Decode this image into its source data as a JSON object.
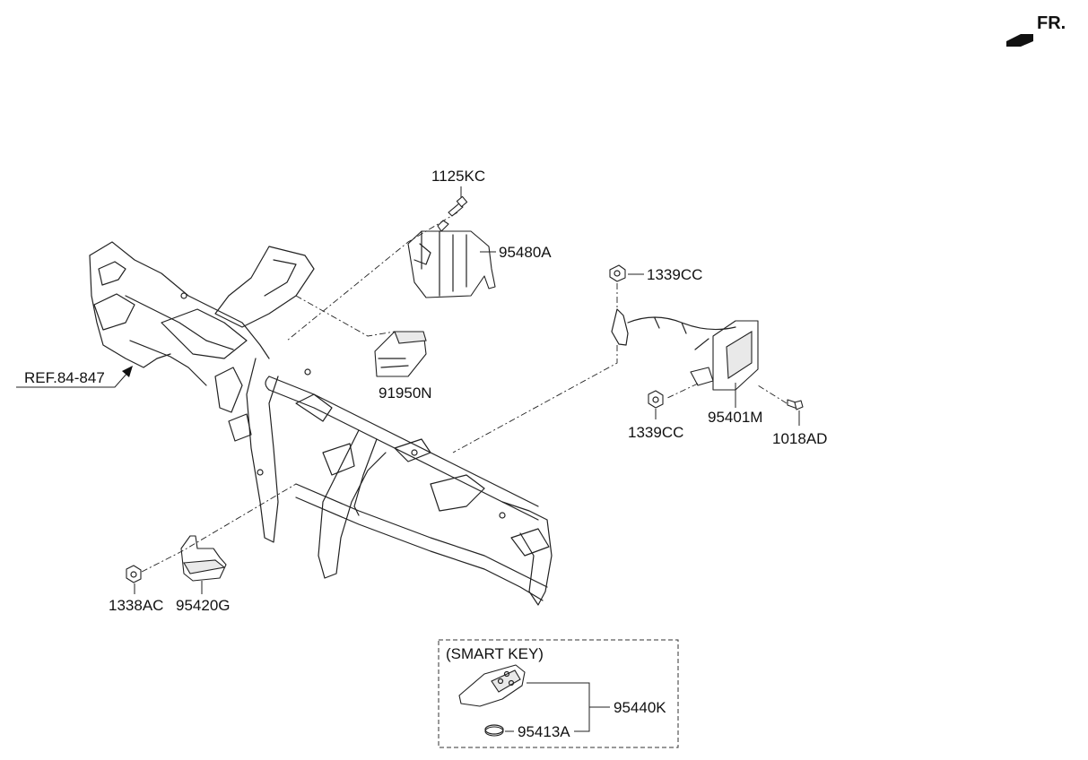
{
  "orientation": {
    "label": "FR.",
    "icon": "front-direction-arrow-icon"
  },
  "reference": {
    "label": "REF.84-847"
  },
  "smart_key_group": {
    "title": "(SMART KEY)"
  },
  "callouts": {
    "p1125KC": "1125KC",
    "p95480A": "95480A",
    "p91950N": "91950N",
    "p1339CC_top": "1339CC",
    "p1339CC_bottom": "1339CC",
    "p95401M": "95401M",
    "p1018AD": "1018AD",
    "p1338AC": "1338AC",
    "p95420G": "95420G",
    "p95440K": "95440K",
    "p95413A": "95413A"
  }
}
